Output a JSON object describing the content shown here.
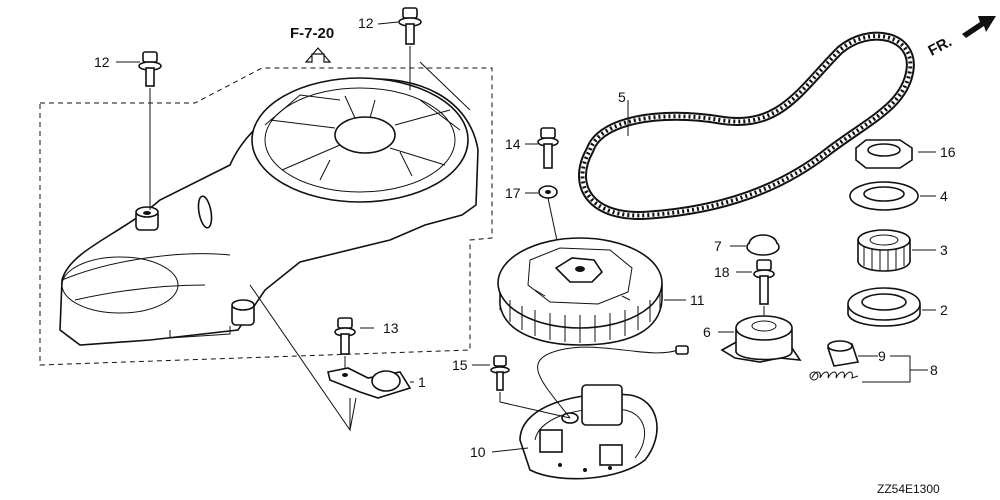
{
  "diagram": {
    "reference": "F-7-20",
    "direction": "FR.",
    "drawing_code": "ZZ54E1300",
    "callouts": [
      {
        "id": "c1",
        "text": "1"
      },
      {
        "id": "c2",
        "text": "2"
      },
      {
        "id": "c3",
        "text": "3"
      },
      {
        "id": "c4",
        "text": "4"
      },
      {
        "id": "c5",
        "text": "5"
      },
      {
        "id": "c6",
        "text": "6"
      },
      {
        "id": "c7",
        "text": "7"
      },
      {
        "id": "c8",
        "text": "8"
      },
      {
        "id": "c9",
        "text": "9"
      },
      {
        "id": "c10",
        "text": "10"
      },
      {
        "id": "c11",
        "text": "11"
      },
      {
        "id": "c12a",
        "text": "12"
      },
      {
        "id": "c12b",
        "text": "12"
      },
      {
        "id": "c13",
        "text": "13"
      },
      {
        "id": "c14",
        "text": "14"
      },
      {
        "id": "c15",
        "text": "15"
      },
      {
        "id": "c16",
        "text": "16"
      },
      {
        "id": "c17",
        "text": "17"
      },
      {
        "id": "c18",
        "text": "18"
      }
    ]
  }
}
